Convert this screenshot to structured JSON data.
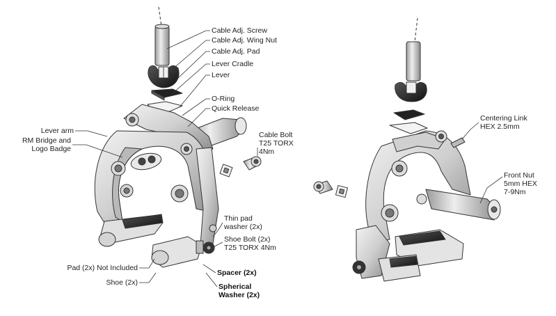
{
  "left_assembly_labels": {
    "cable_adj_screw": "Cable Adj. Screw",
    "cable_adj_wing_nut": "Cable Adj. Wing Nut",
    "cable_adj_pad": "Cable Adj. Pad",
    "lever_cradle": "Lever Cradle",
    "lever": "Lever",
    "o_ring": "O-Ring",
    "quick_release": "Quick Release",
    "lever_arm": "Lever arm",
    "rm_bridge_line1": "RM Bridge and",
    "rm_bridge_line2": "Logo Badge",
    "cable_bolt_line1": "Cable Bolt",
    "cable_bolt_line2": "T25 TORX",
    "cable_bolt_line3": "4Nm",
    "thin_pad_washer_line1": "Thin pad",
    "thin_pad_washer_line2": "washer (2x)",
    "shoe_bolt_line1": "Shoe Bolt (2x)",
    "shoe_bolt_line2": "T25 TORX 4Nm",
    "spacer": "Spacer (2x)",
    "spherical_washer_line1": "Spherical",
    "spherical_washer_line2": "Washer (2x)",
    "pad": "Pad (2x) Not Included",
    "shoe": "Shoe (2x)"
  },
  "right_assembly_labels": {
    "centering_link_line1": "Centering Link",
    "centering_link_line2": "HEX 2.5mm",
    "front_nut_line1": "Front Nut",
    "front_nut_line2": "5mm HEX",
    "front_nut_line3": "7-9Nm"
  },
  "colors": {
    "line": "#333333",
    "metal_light": "#e4e4e4",
    "metal_mid": "#bdbdbd",
    "metal_dark": "#7a7a7a",
    "black": "#1a1a1a"
  }
}
